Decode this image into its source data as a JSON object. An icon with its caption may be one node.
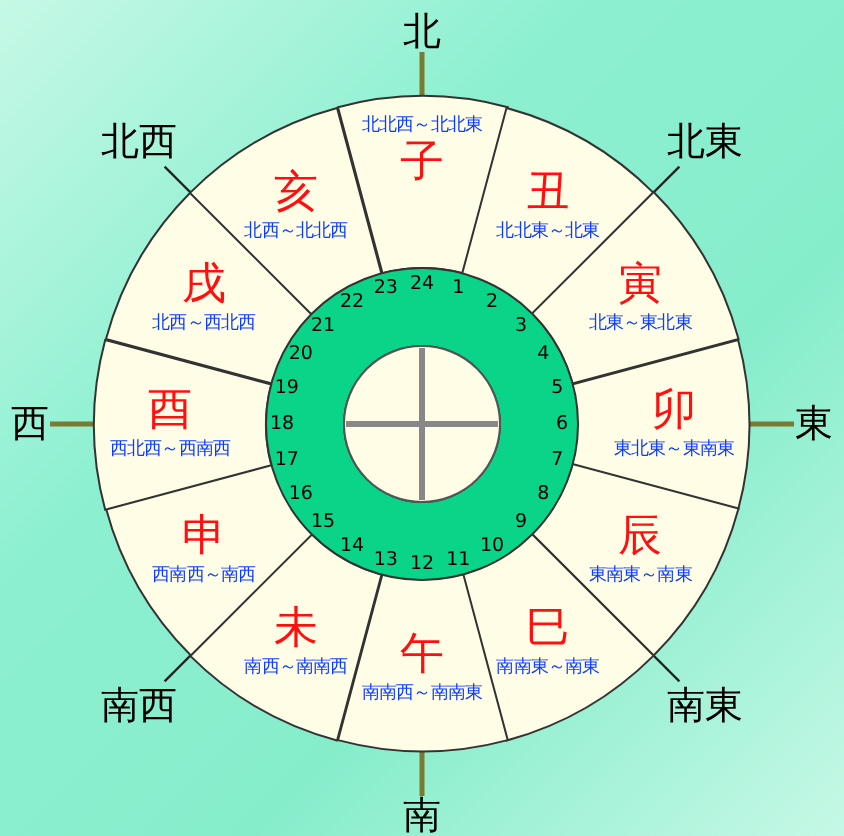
{
  "diagram": {
    "nodes": [
      {
        "text": [
          "北北西～北北東",
          "子"
        ]
      },
      {
        "text": [
          "丑",
          "北北東～北東"
        ]
      },
      {
        "text": [
          "寅",
          "北東～東北東"
        ]
      },
      {
        "text": [
          "卯",
          "東北東～東南東"
        ]
      },
      {
        "text": [
          "辰",
          "東南東～南東"
        ]
      },
      {
        "text": [
          "巳",
          "南南東～南東"
        ]
      },
      {
        "text": [
          "午",
          "南南西～南南東"
        ]
      },
      {
        "text": [
          "未",
          "南西～南南西"
        ]
      },
      {
        "text": [
          "申",
          "西南西～南西"
        ]
      },
      {
        "text": [
          "酉",
          "西北西～西南西"
        ]
      },
      {
        "text": [
          "戌",
          "北西～西北西"
        ]
      },
      {
        "text": [
          "亥",
          "北西～北北西"
        ]
      }
    ],
    "labels": [
      "北",
      "北西",
      "北東",
      "西",
      "東",
      "南西",
      "南東",
      "南",
      "24",
      "1",
      "2",
      "3",
      "4",
      "5",
      "6",
      "7",
      "8",
      "9",
      "10",
      "11",
      "12",
      "13",
      "14",
      "15",
      "16",
      "17",
      "18",
      "19",
      "20",
      "21",
      "22",
      "23"
    ]
  }
}
